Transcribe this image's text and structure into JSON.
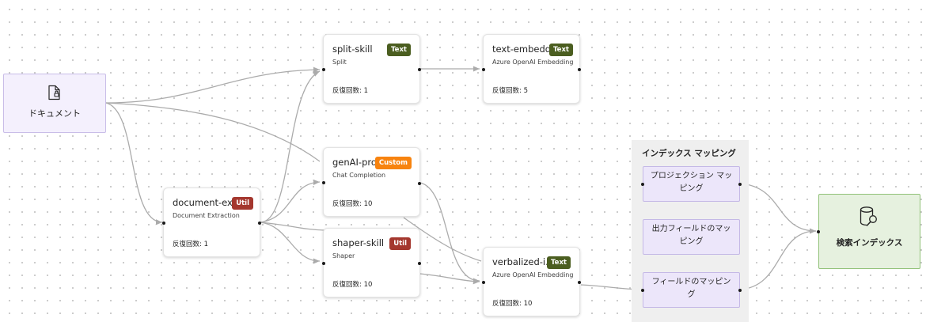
{
  "colors": {
    "badge_text": "#4b5e20",
    "badge_util": "#a4372e",
    "badge_custom": "#f7830f",
    "document_fill": "#f4f0fd",
    "mapping_fill": "#ece6fa",
    "index_fill": "#e6f1df",
    "edge": "#ababab"
  },
  "document_node": {
    "icon": "document-icon",
    "label": "ドキュメント"
  },
  "skills": {
    "split": {
      "title": "split-skill",
      "subtitle": "Split",
      "badge": "Text",
      "iterations": "反復回数: 1"
    },
    "embedding": {
      "title": "text-embedd...",
      "subtitle": "Azure OpenAI Embedding",
      "badge": "Text",
      "iterations": "反復回数: 5"
    },
    "genai": {
      "title": "genAI-pro...",
      "subtitle": "Chat Completion",
      "badge": "Custom",
      "iterations": "反復回数: 10"
    },
    "docext": {
      "title": "document-ex...",
      "subtitle": "Document Extraction",
      "badge": "Util",
      "iterations": "反復回数: 1"
    },
    "shaper": {
      "title": "shaper-skill",
      "subtitle": "Shaper",
      "badge": "Util",
      "iterations": "反復回数: 10"
    },
    "verbalized": {
      "title": "verbalized-i...",
      "subtitle": "Azure OpenAI Embedding",
      "badge": "Text",
      "iterations": "反復回数: 10"
    }
  },
  "index_mappings": {
    "title": "インデックス マッピング",
    "items": [
      "プロジェクション マッピング",
      "出力フィールドのマッピング",
      "フィールドのマッピング"
    ]
  },
  "index_node": {
    "icon": "search-index-icon",
    "label": "検索インデックス"
  }
}
